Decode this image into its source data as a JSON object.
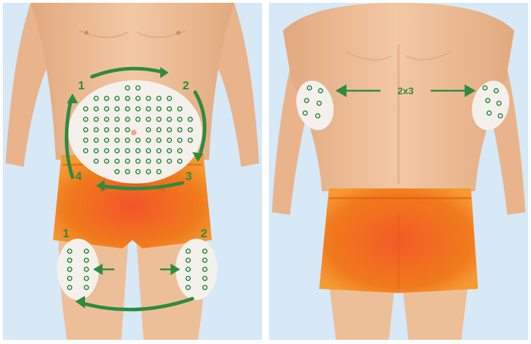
{
  "front_panel": {
    "abdomen_sequence_labels": [
      "1",
      "2",
      "3",
      "4"
    ],
    "thigh_labels": [
      "1",
      "2"
    ]
  },
  "back_panel": {
    "arms_label": "2x3"
  },
  "colors": {
    "background": "#d7e8f6",
    "skin": "#efc19a",
    "skin_shadow": "#d99e74",
    "shorts": "#f07a1c",
    "shorts_dark": "#e24e10",
    "injection_zone_fill": "#f4f1ec",
    "marker_green": "#2e8b3e"
  },
  "icons": [
    "cycle-arrow-icon",
    "left-arrow-icon",
    "right-arrow-icon",
    "injection-dot-icon"
  ]
}
